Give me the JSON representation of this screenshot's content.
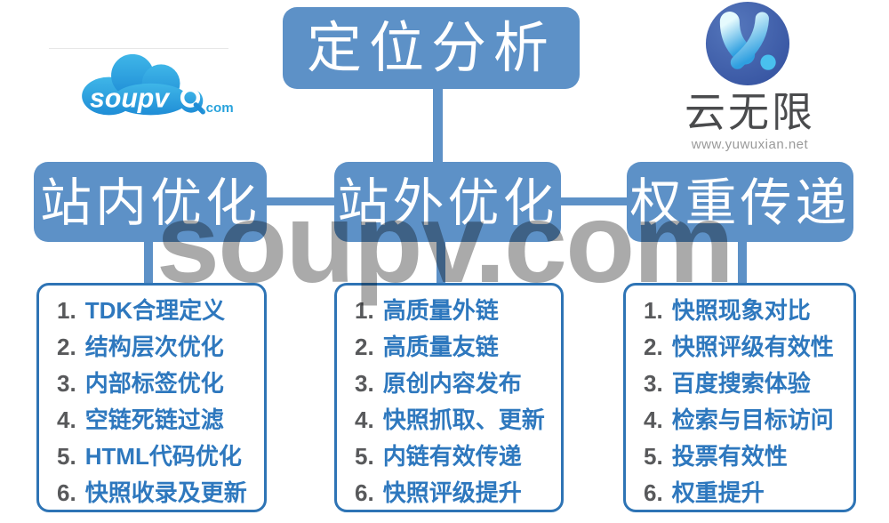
{
  "logos": {
    "soupv": {
      "text": "soupv",
      "tld": ".com"
    },
    "yunwuxian": {
      "brand": "云无限",
      "url": "www.yuwuxian.net"
    }
  },
  "root": {
    "title": "定位分析"
  },
  "watermark": {
    "text": "soupv.com"
  },
  "branches": [
    {
      "title": "站内优化",
      "items": [
        {
          "num": "1.",
          "text": "TDK合理定义"
        },
        {
          "num": "2.",
          "text": "结构层次优化"
        },
        {
          "num": "3.",
          "text": "内部标签优化"
        },
        {
          "num": "4.",
          "text": "空链死链过滤"
        },
        {
          "num": "5.",
          "text": "HTML代码优化"
        },
        {
          "num": "6.",
          "text": "快照收录及更新"
        }
      ]
    },
    {
      "title": "站外优化",
      "items": [
        {
          "num": "1.",
          "text": "高质量外链"
        },
        {
          "num": "2.",
          "text": "高质量友链"
        },
        {
          "num": "3.",
          "text": "原创内容发布"
        },
        {
          "num": "4.",
          "text": "快照抓取、更新"
        },
        {
          "num": "5.",
          "text": "内链有效传递"
        },
        {
          "num": "6.",
          "text": "快照评级提升"
        }
      ]
    },
    {
      "title": "权重传递",
      "items": [
        {
          "num": "1.",
          "text": "快照现象对比"
        },
        {
          "num": "2.",
          "text": "快照评级有效性"
        },
        {
          "num": "3.",
          "text": "百度搜索体验"
        },
        {
          "num": "4.",
          "text": "检索与目标访问"
        },
        {
          "num": "5.",
          "text": "投票有效性"
        },
        {
          "num": "6.",
          "text": "权重提升"
        }
      ]
    }
  ],
  "colors": {
    "node_blue": "#5D91C7",
    "list_border_blue": "#2E74B5",
    "item_text_blue": "#2E78BE",
    "item_num_gray": "#58595B",
    "watermark_gray": "#9B9B9B",
    "logo_cloud_blue": "#29A3DC",
    "logo_circle_blue": "#3F5CA8",
    "logo_blob_blue": "#49C0EE"
  }
}
